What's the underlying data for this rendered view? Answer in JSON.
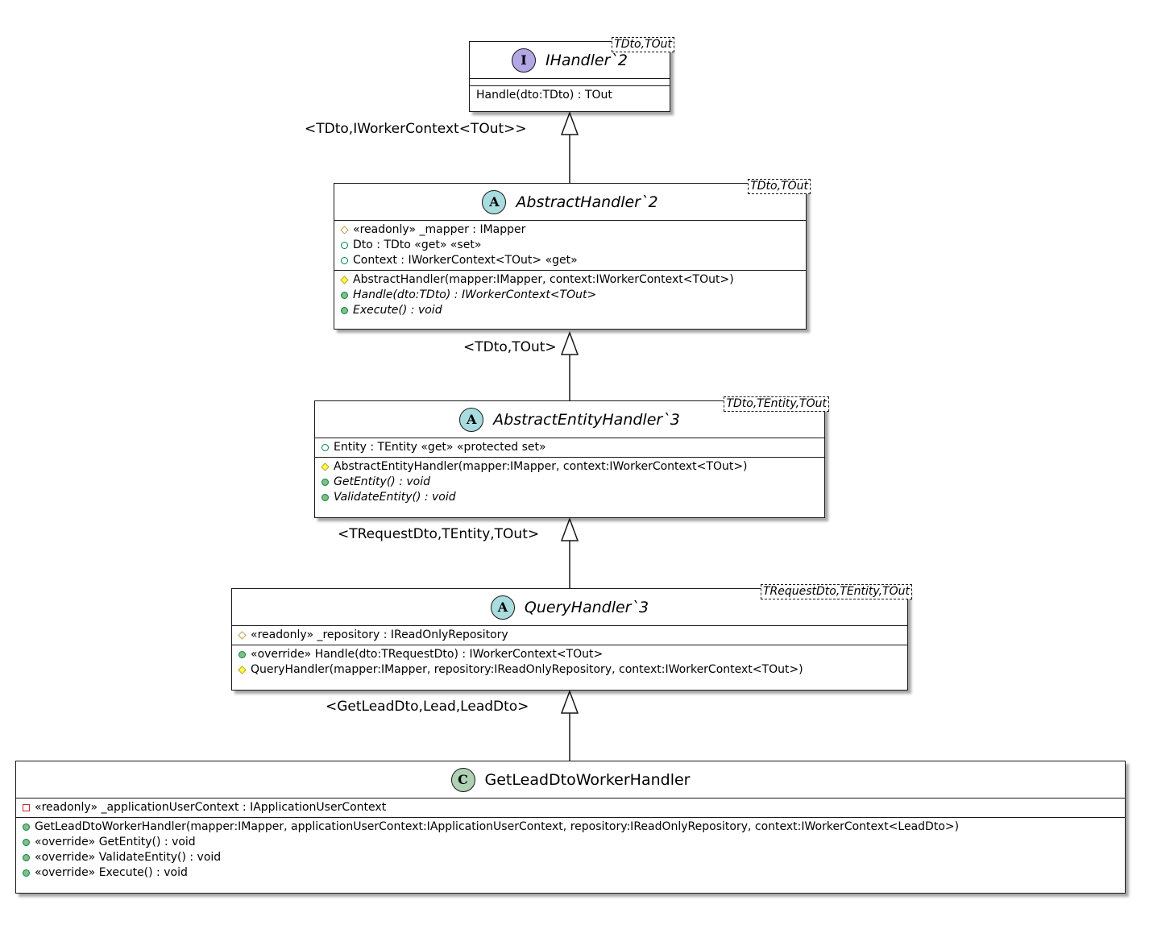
{
  "classes": {
    "ihandler": {
      "name": "IHandler`2",
      "badge": "I",
      "type_params": "TDto,TOut",
      "methods": [
        {
          "vis": "none",
          "text": "Handle(dto:TDto) : TOut",
          "italic": false
        }
      ]
    },
    "abstract_handler": {
      "name": "AbstractHandler`2",
      "badge": "A",
      "type_params": "TDto,TOut",
      "fields": [
        {
          "vis": "protected-field",
          "text": "«readonly» _mapper : IMapper"
        },
        {
          "vis": "public-field",
          "text": "Dto : TDto «get» «set»"
        },
        {
          "vis": "public-field",
          "text": "Context : IWorkerContext<TOut> «get»"
        }
      ],
      "methods": [
        {
          "vis": "protected-method",
          "text": "AbstractHandler(mapper:IMapper, context:IWorkerContext<TOut>)",
          "italic": false
        },
        {
          "vis": "public-method",
          "text": "Handle(dto:TDto) : IWorkerContext<TOut>",
          "italic": true
        },
        {
          "vis": "public-method",
          "text": "Execute() : void",
          "italic": true
        }
      ]
    },
    "abstract_entity_handler": {
      "name": "AbstractEntityHandler`3",
      "badge": "A",
      "type_params": "TDto,TEntity,TOut",
      "fields": [
        {
          "vis": "public-field",
          "text": "Entity : TEntity «get» «protected set»"
        }
      ],
      "methods": [
        {
          "vis": "protected-method",
          "text": "AbstractEntityHandler(mapper:IMapper, context:IWorkerContext<TOut>)",
          "italic": false
        },
        {
          "vis": "public-method",
          "text": "GetEntity() : void",
          "italic": true
        },
        {
          "vis": "public-method",
          "text": "ValidateEntity() : void",
          "italic": true
        }
      ]
    },
    "query_handler": {
      "name": "QueryHandler`3",
      "badge": "A",
      "type_params": "TRequestDto,TEntity,TOut",
      "fields": [
        {
          "vis": "protected-field",
          "text": "«readonly» _repository : IReadOnlyRepository"
        }
      ],
      "methods": [
        {
          "vis": "public-method",
          "text": "«override» Handle(dto:TRequestDto) : IWorkerContext<TOut>",
          "italic": false
        },
        {
          "vis": "protected-method",
          "text": "QueryHandler(mapper:IMapper, repository:IReadOnlyRepository, context:IWorkerContext<TOut>)",
          "italic": false
        }
      ]
    },
    "get_lead_handler": {
      "name": "GetLeadDtoWorkerHandler",
      "badge": "C",
      "fields": [
        {
          "vis": "private-field",
          "text": "«readonly» _applicationUserContext : IApplicationUserContext"
        }
      ],
      "methods": [
        {
          "vis": "public-method",
          "text": "GetLeadDtoWorkerHandler(mapper:IMapper, applicationUserContext:IApplicationUserContext, repository:IReadOnlyRepository, context:IWorkerContext<LeadDto>)",
          "italic": false
        },
        {
          "vis": "public-method",
          "text": "«override» GetEntity() : void",
          "italic": false
        },
        {
          "vis": "public-method",
          "text": "«override» ValidateEntity() : void",
          "italic": false
        },
        {
          "vis": "public-method",
          "text": "«override» Execute() : void",
          "italic": false
        }
      ]
    }
  },
  "edges": [
    {
      "label": "<TDto,IWorkerContext<TOut>>"
    },
    {
      "label": "<TDto,TOut>"
    },
    {
      "label": "<TRequestDto,TEntity,TOut>"
    },
    {
      "label": "<GetLeadDto,Lead,LeadDto>"
    }
  ]
}
